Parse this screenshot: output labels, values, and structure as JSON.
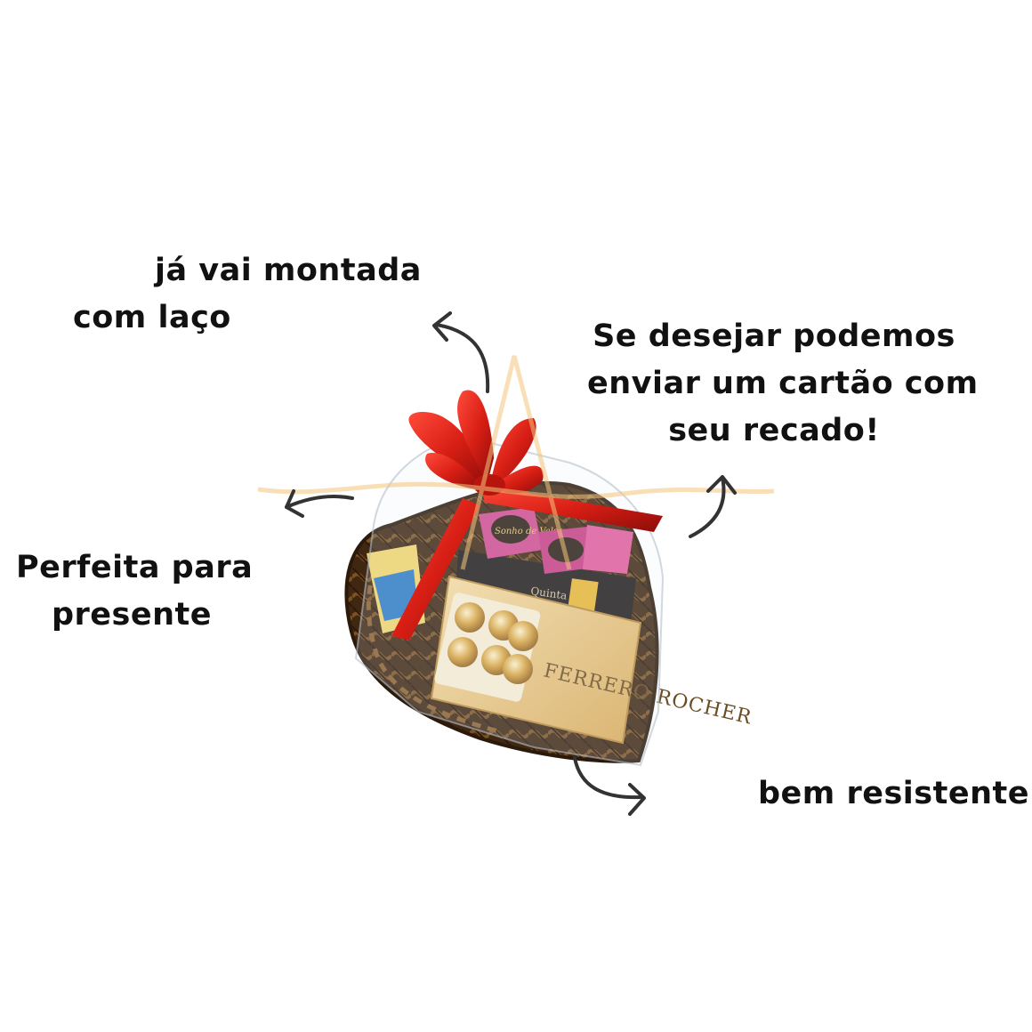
{
  "callouts": {
    "assembled": {
      "line1": "já vai montada",
      "line2": "com laço"
    },
    "card": {
      "line1": "Se desejar podemos",
      "line2": "enviar um cartão com",
      "line3": "seu recado!"
    },
    "gift": {
      "line1": "Perfeita para",
      "line2": "presente"
    },
    "sturdy": {
      "line1": "bem resistente"
    }
  },
  "product_labels": {
    "chocolate_box": "FERRERO ROCHER",
    "candy": "Sonho de Valsa",
    "bottle": "Quinta"
  },
  "colors": {
    "text": "#111111",
    "arrow": "#333333",
    "ribbon": "#d81f15",
    "basket": "#4a2e14",
    "watermark": "#f0b860",
    "gold_box": "#e9c27a"
  },
  "icons": [
    "curved-arrow-icon",
    "watermark-logo"
  ]
}
